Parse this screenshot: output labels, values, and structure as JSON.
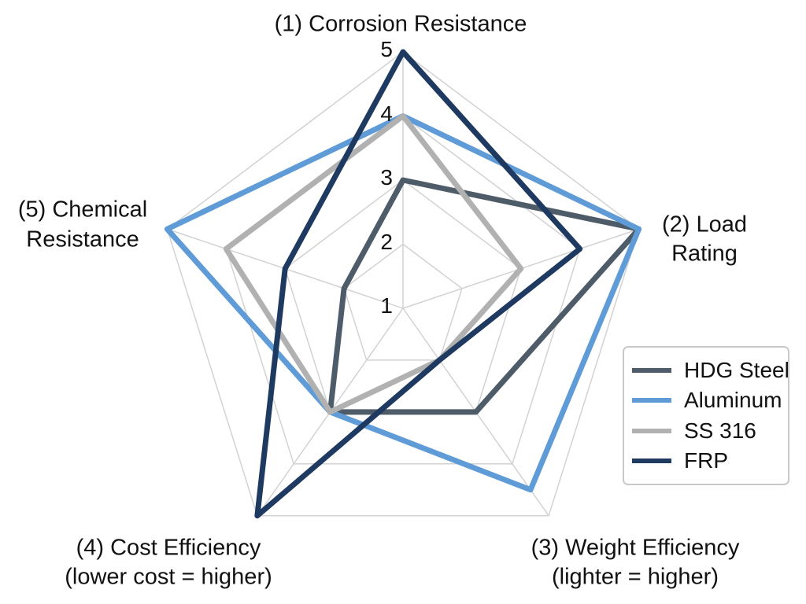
{
  "chart_data": {
    "type": "radar",
    "grid": true,
    "legend_position": "right",
    "scale": {
      "min": 1,
      "max": 5,
      "ticks": [
        "1",
        "2",
        "3",
        "4",
        "5"
      ]
    },
    "axes": [
      {
        "id": "corrosion-resistance",
        "lines": [
          "(1) Corrosion Resistance"
        ]
      },
      {
        "id": "load-rating",
        "lines": [
          "(2) Load",
          "Rating"
        ]
      },
      {
        "id": "weight-efficiency",
        "lines": [
          "(3) Weight Efficiency",
          "(lighter = higher)"
        ]
      },
      {
        "id": "cost-efficiency",
        "lines": [
          "(4) Cost Efficiency",
          "(lower cost = higher)"
        ]
      },
      {
        "id": "chemical-resistance",
        "lines": [
          "(5) Chemical",
          "Resistance"
        ]
      }
    ],
    "series": [
      {
        "name": "HDG Steel",
        "color": "#4e5c6a",
        "values": [
          3,
          5,
          3,
          3,
          2
        ]
      },
      {
        "name": "Aluminum",
        "color": "#5f9cd7",
        "values": [
          4,
          5,
          4.5,
          3,
          5
        ]
      },
      {
        "name": "SS 316",
        "color": "#b1b1b1",
        "values": [
          4,
          3,
          2,
          3,
          4
        ]
      },
      {
        "name": "FRP",
        "color": "#1f3a61",
        "values": [
          5,
          4,
          2,
          5,
          3
        ]
      }
    ],
    "colors": {
      "grid": "#d2d2d2",
      "text": "#111111",
      "background": "#ffffff"
    }
  }
}
